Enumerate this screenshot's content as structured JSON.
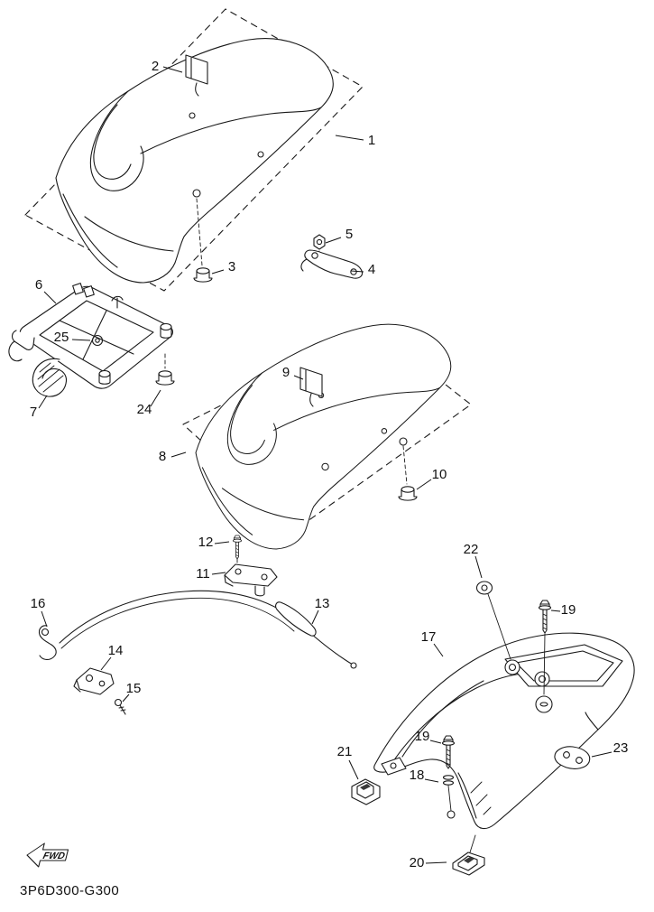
{
  "diagram": {
    "code": "3P6D300-G300",
    "fwd_label": "FWD",
    "ink_color": "#1a1a1a",
    "background_color": "#ffffff",
    "callouts": [
      {
        "label": "2"
      },
      {
        "label": "1"
      },
      {
        "label": "5"
      },
      {
        "label": "3"
      },
      {
        "label": "4"
      },
      {
        "label": "6"
      },
      {
        "label": "25"
      },
      {
        "label": "7"
      },
      {
        "label": "24"
      },
      {
        "label": "9"
      },
      {
        "label": "8"
      },
      {
        "label": "10"
      },
      {
        "label": "12"
      },
      {
        "label": "11"
      },
      {
        "label": "22"
      },
      {
        "label": "19"
      },
      {
        "label": "13"
      },
      {
        "label": "17"
      },
      {
        "label": "16"
      },
      {
        "label": "14"
      },
      {
        "label": "15"
      },
      {
        "label": "19"
      },
      {
        "label": "23"
      },
      {
        "label": "18"
      },
      {
        "label": "21"
      },
      {
        "label": "20"
      }
    ]
  }
}
